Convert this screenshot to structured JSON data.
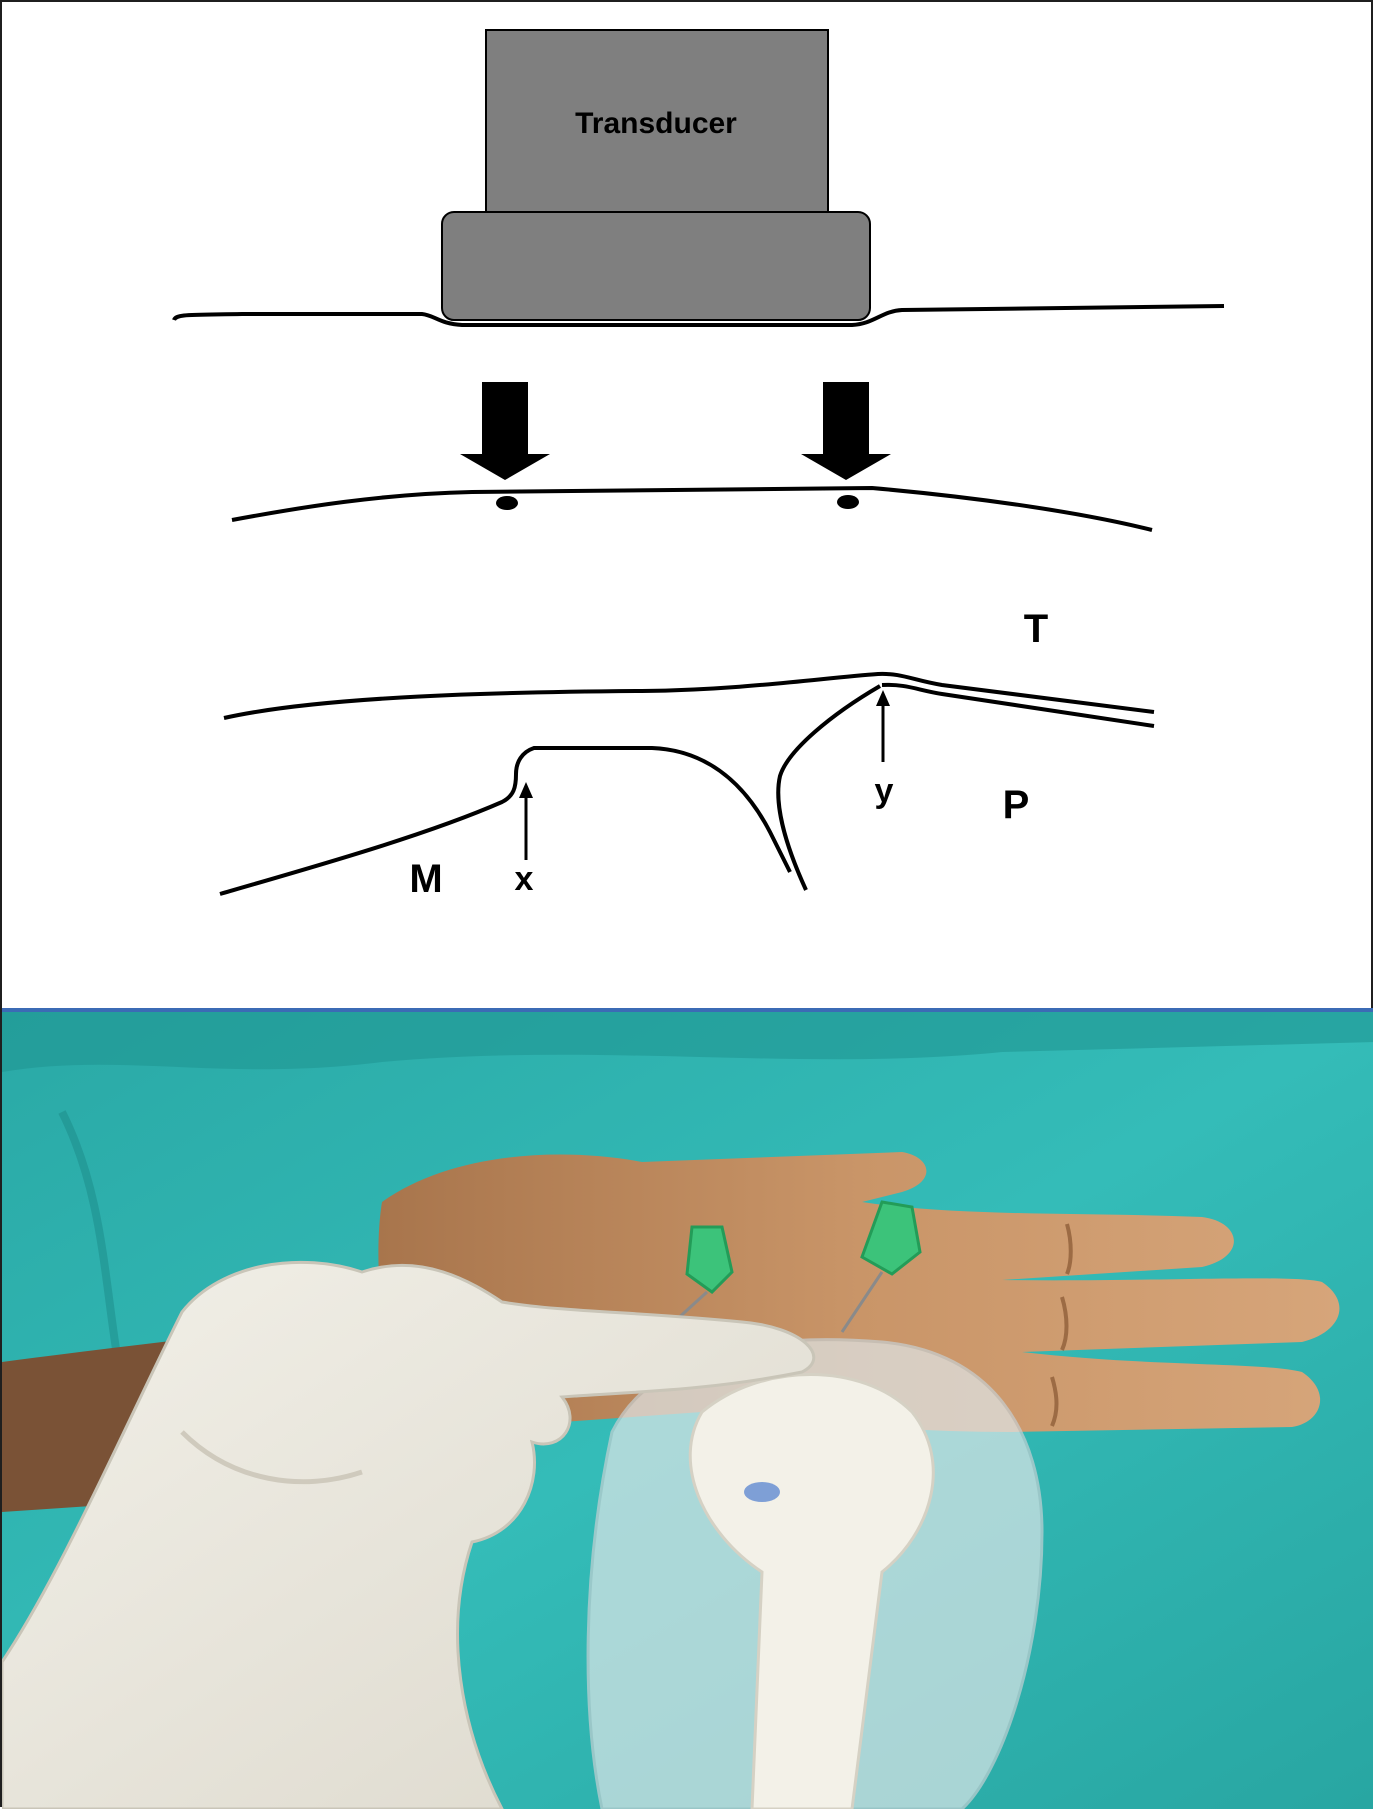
{
  "diagram": {
    "transducer_label": "Transducer",
    "labels": {
      "T": "T",
      "P": "P",
      "M": "M",
      "x": "x",
      "y": "y"
    }
  },
  "colors": {
    "transducer_fill": "#7f7f7f",
    "line": "#000000",
    "drape": "#2fb3b0",
    "skin": "#c99568",
    "glove": "#e8e6dc",
    "needle_hub": "#3cc37a",
    "divider": "#3b6bb5"
  }
}
